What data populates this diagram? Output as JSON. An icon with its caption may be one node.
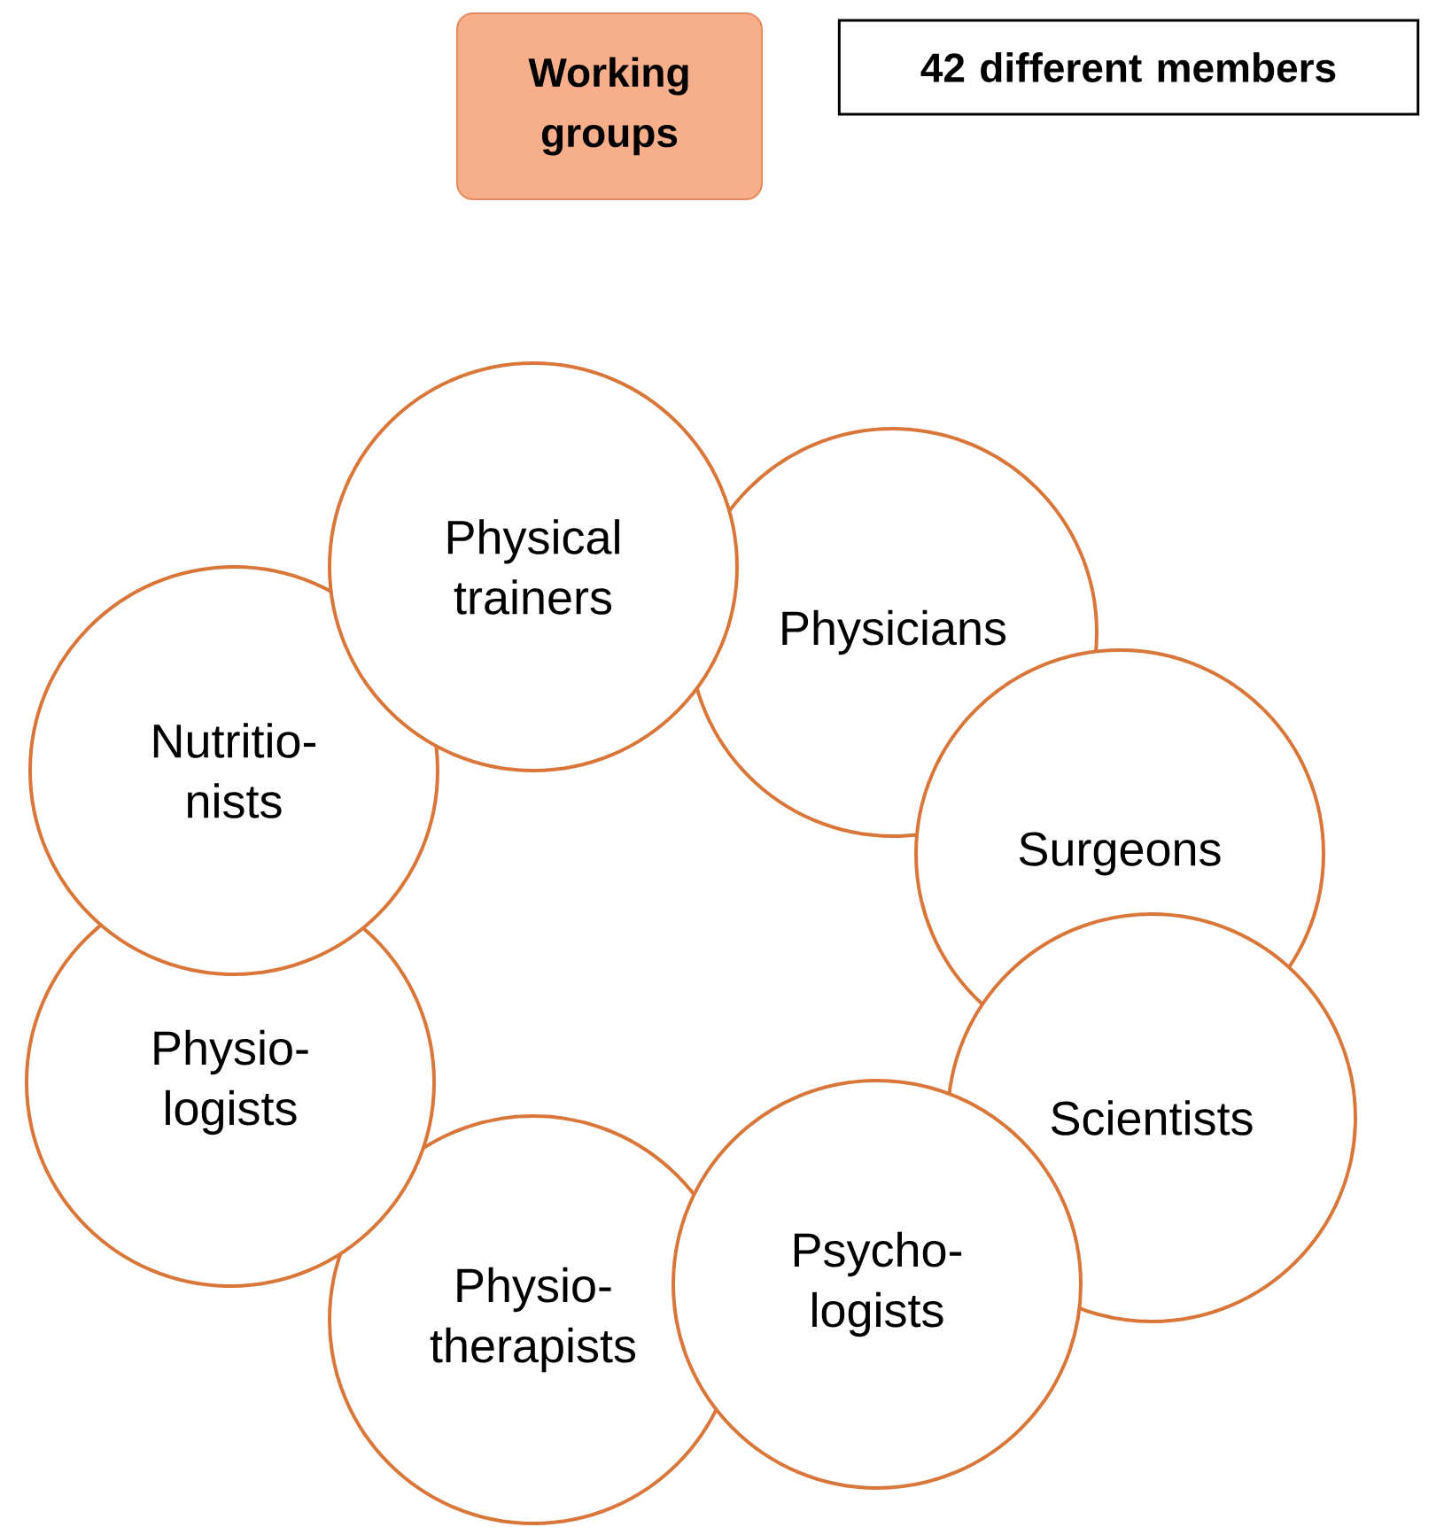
{
  "diagram": {
    "nodes": [
      {
        "text": [
          "Working groups"
        ]
      },
      {
        "text": [
          "42 different members"
        ]
      },
      {
        "text": [
          "Physical trainers"
        ]
      },
      {
        "text": [
          "Physicians"
        ]
      },
      {
        "text": [
          "Nutritio- nists"
        ]
      },
      {
        "text": [
          "Surgeons"
        ]
      },
      {
        "text": [
          "Physio- logists"
        ]
      },
      {
        "text": [
          "Scientists"
        ]
      },
      {
        "text": [
          "Physio- therapists"
        ]
      },
      {
        "text": [
          "Psycho- logists"
        ]
      }
    ]
  }
}
